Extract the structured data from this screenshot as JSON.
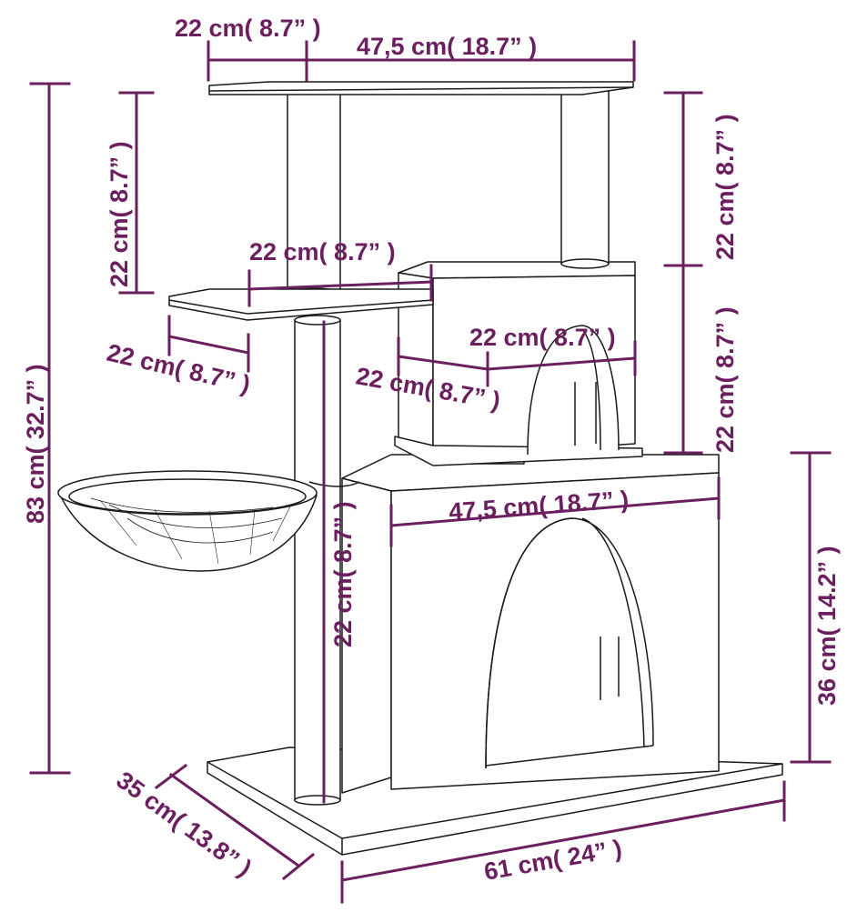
{
  "colors": {
    "dimension": "#6b1f5e",
    "outline": "#1a1a1a",
    "fill": "#ffffff"
  },
  "dimensions": {
    "top_platform_depth": "22 cm( 8.7” )",
    "top_platform_width": "47,5 cm( 18.7” )",
    "total_height": "83 cm( 32.7” )",
    "left_upper_height": "22 cm( 8.7” )",
    "right_upper_height": "22 cm( 8.7” )",
    "right_middle_height": "22 cm( 8.7” )",
    "side_platform_width": "22 cm( 8.7” )",
    "side_platform_depth": "22 cm( 8.7” )",
    "small_condo_width": "22 cm( 8.7” )",
    "small_condo_depth": "22 cm( 8.7” )",
    "middle_post_height": "22 cm( 8.7” )",
    "big_condo_width": "47,5 cm( 18.7” )",
    "big_condo_height": "36 cm( 14.2” )",
    "base_depth": "35 cm( 13.8” )",
    "base_width": "61 cm( 24” )"
  }
}
